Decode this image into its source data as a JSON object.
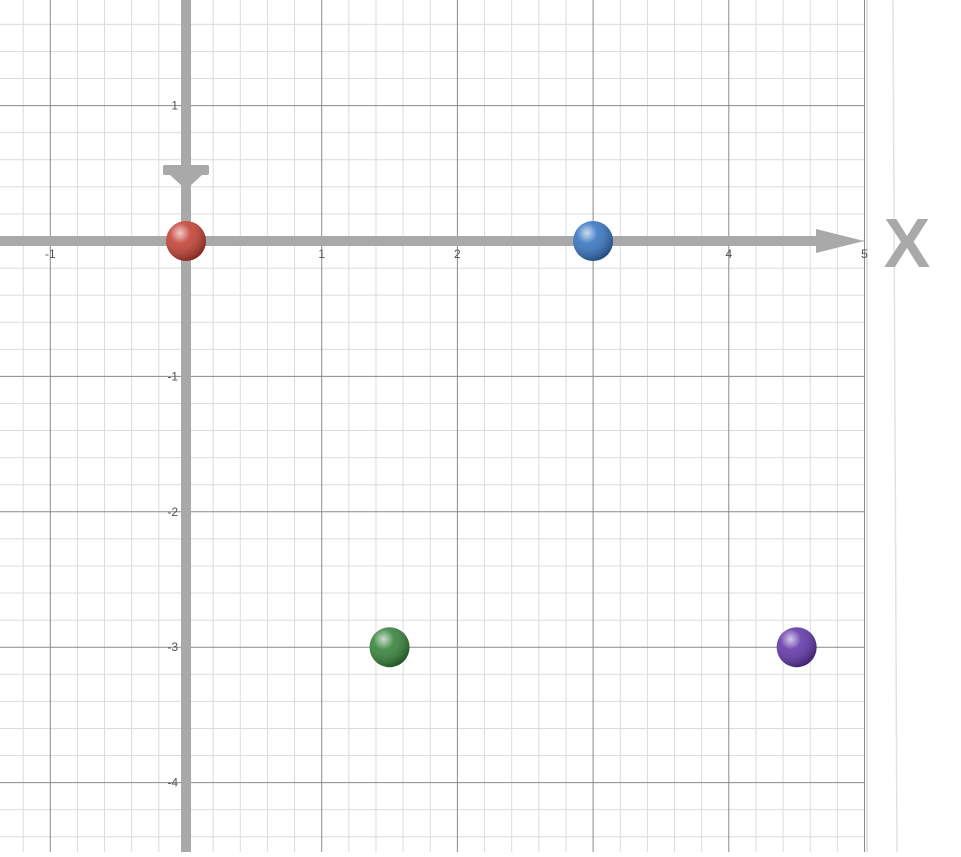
{
  "chart_data": {
    "type": "scatter",
    "title": "",
    "xlabel": "X",
    "ylabel": "",
    "xlim": [
      -1.36,
      5.05
    ],
    "ylim": [
      -4.45,
      1.78
    ],
    "grid": true,
    "minor_grid_step": 0.2,
    "major_grid_step": 1,
    "x_ticks": [
      {
        "value": -1,
        "label": "-1"
      },
      {
        "value": 1,
        "label": "1"
      },
      {
        "value": 2,
        "label": "2"
      },
      {
        "value": 4,
        "label": "4"
      },
      {
        "value": 5,
        "label": "5"
      }
    ],
    "y_ticks": [
      {
        "value": 1,
        "label": "1"
      },
      {
        "value": -1,
        "label": "-1"
      },
      {
        "value": -2,
        "label": "-2"
      },
      {
        "value": -3,
        "label": "-3"
      },
      {
        "value": -4,
        "label": "-4"
      }
    ],
    "points": [
      {
        "x": 0,
        "y": 0,
        "color": "#c0392b"
      },
      {
        "x": 3,
        "y": 0,
        "color": "#2e6fbe"
      },
      {
        "x": 1.5,
        "y": -3,
        "color": "#2e7d32"
      },
      {
        "x": 4.5,
        "y": -3,
        "color": "#5b2fa6"
      }
    ],
    "colors": {
      "axis": "#a9a9a9",
      "major_grid": "#8a8a8a",
      "minor_grid": "#dcdcdc"
    }
  }
}
